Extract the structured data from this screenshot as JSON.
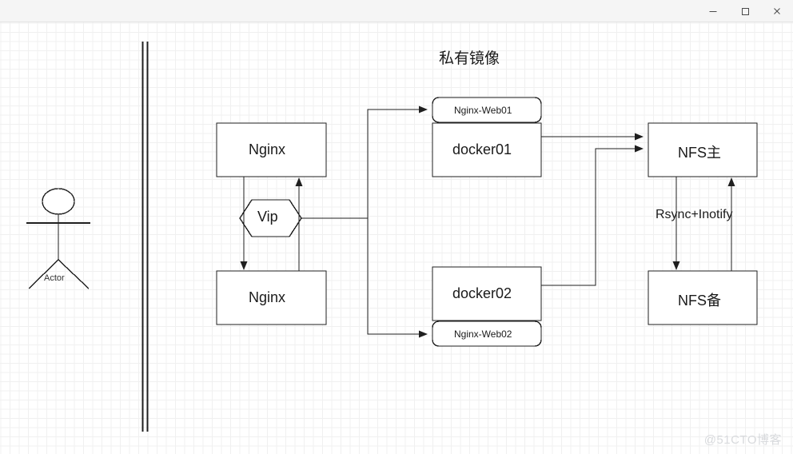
{
  "window": {
    "controls": [
      {
        "name": "minimize",
        "glyph": "–"
      },
      {
        "name": "maximize",
        "glyph": "□"
      },
      {
        "name": "close",
        "glyph": "×"
      }
    ]
  },
  "diagram": {
    "title": "私有镜像",
    "actor": {
      "label": "Actor"
    },
    "nodes": {
      "nginx_top": "Nginx",
      "nginx_bottom": "Nginx",
      "vip": "Vip",
      "nginx_web01": "Nginx-Web01",
      "docker01": "docker01",
      "docker02": "docker02",
      "nginx_web02": "Nginx-Web02",
      "nfs_master": "NFS主",
      "nfs_backup": "NFS备"
    },
    "edges": {
      "rsync": "Rsync+Inotify"
    },
    "colors": {
      "stroke": "#1f1f1f",
      "fill": "#ffffff",
      "grid_minor": "#f0f0f0",
      "grid_major": "#e0e0e0",
      "text": "#1a1a1a",
      "titlebar_bg": "#f5f5f5"
    }
  },
  "watermark": "@51CTO博客"
}
